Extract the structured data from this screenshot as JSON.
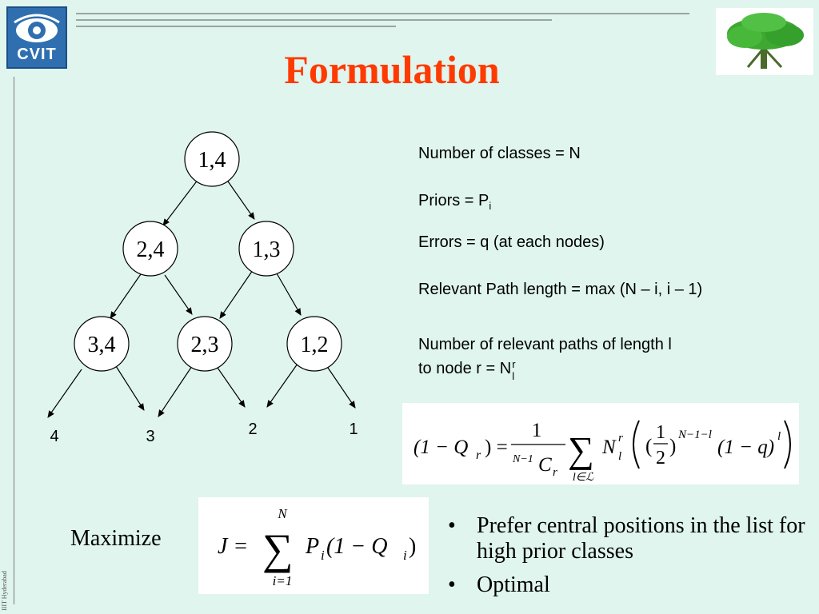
{
  "logos": {
    "cvit_text": "CVIT"
  },
  "title": "Formulation",
  "side_text": "IIIT Hyderabad",
  "tree": {
    "nodes": [
      {
        "id": "n14",
        "label": "1,4"
      },
      {
        "id": "n24",
        "label": "2,4"
      },
      {
        "id": "n13",
        "label": "1,3"
      },
      {
        "id": "n34",
        "label": "3,4"
      },
      {
        "id": "n23",
        "label": "2,3"
      },
      {
        "id": "n12",
        "label": "1,2"
      }
    ],
    "leaves": [
      "4",
      "3",
      "2",
      "1"
    ]
  },
  "params": {
    "classes": "Number of classes = N",
    "priors_text": "Priors = P",
    "priors_sub": "i",
    "errors": "Errors = q   (at each nodes)",
    "path_length": "Relevant Path length = max (N – i, i – 1)",
    "num_paths_line1": "Number of relevant paths of length l",
    "num_paths_line2_text": "to node r  = N",
    "num_paths_sup": "r",
    "num_paths_sub": "l"
  },
  "formula1": {
    "lhs": "(1 − Q",
    "lhs_sub": "r",
    "lhs_end": ") =",
    "frac_num": "1",
    "frac_den_pre": "N−1",
    "frac_den_c": "C",
    "frac_den_sub": "r",
    "sum_sub": "l∈ℒ",
    "n_base": "N",
    "n_sup": "r",
    "n_sub": "l",
    "half_num": "1",
    "half_den": "2",
    "exp": "N−1−l",
    "tail": "(1 − q)",
    "tail_exp": "l"
  },
  "maximize_label": "Maximize",
  "formula2": {
    "lhs": "J =",
    "sum_top": "N",
    "sum_bottom": "i=1",
    "body_p": "P",
    "body_p_sub": "i",
    "body_mid": "(1 − Q",
    "body_q_sub": "i",
    "body_end": ")"
  },
  "bullets": [
    "Prefer central positions in the list for high prior classes",
    "Optimal"
  ]
}
